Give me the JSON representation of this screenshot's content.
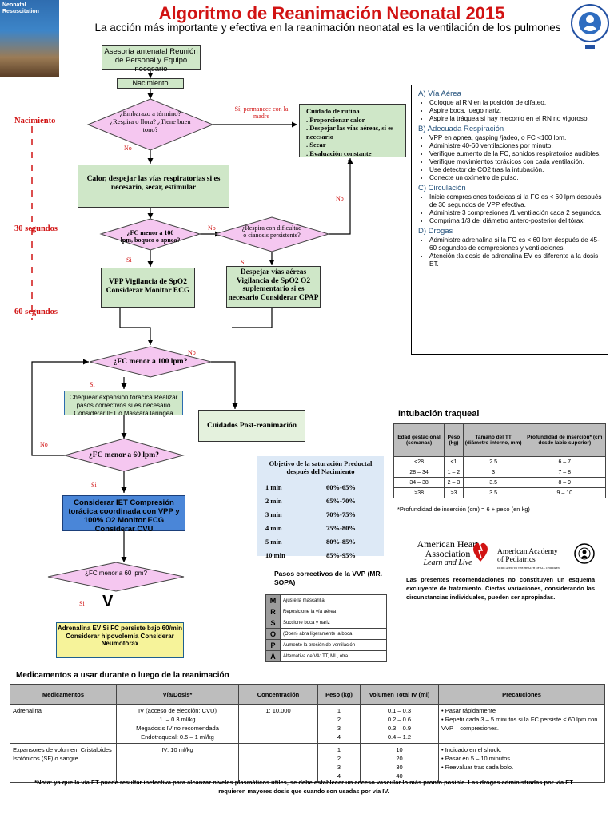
{
  "header": {
    "title": "Algoritmo de Reanimación Neonatal 2015",
    "subtitle": "La acción más importante y efectiva  en la reanimación neonatal es la ventilación de los pulmones",
    "book_title": "Neonatal Resuscitation"
  },
  "timeline": {
    "birth": "Nacimiento",
    "t30": "30  segundos",
    "t60": "60  segundos"
  },
  "flow": {
    "prenatal": "Asesoría antenatal Reunión de Personal y Equipo necesario",
    "birth_box": "Nacimiento",
    "q_term": "¿Embarazo a  término? ¿Respira o llora? ¿Tiene buen tono?",
    "yes_mother": "Sí; permanece con la madre",
    "routine_title": "Cuidado de rutina",
    "routine_items": [
      ". Proporcionar calor",
      ". Despejar las vías aéreas, si es necesario",
      ". Secar",
      ". Evaluación constante"
    ],
    "initial_steps": "Calor, despejar las vías respiratorias si es necesario, secar, estimular",
    "q_hr100_apnea": "¿FC menor a 100 lpm, boqueo  o apnea?",
    "q_difficulty": "¿Respira con dificultad o cianosis persistente?",
    "vpp_box": "VPP Vigilancia de SpO2 Considerar Monitor ECG",
    "airway_box": "Despejar vías aéreas Vigilancia de SpO2 O2 suplementario si es necesario Considerar CPAP",
    "q_hr100": "¿FC menor a 100 lpm?",
    "check_box": "Chequear expansión torácica Realizar pasos correctivos si es necesario Considerar IET o Máscara laríngea",
    "post_care": "Cuidados Post-reanimación",
    "q_hr60": "¿FC menor a 60 lpm?",
    "compress_box": "Considerar IET Compresión torácica coordinada con VPP y 100%  O2 Monitor ECG   Considerar CVU",
    "q_hr60b": "¿FC menor a 60 lpm?",
    "epi_box": "Adrenalina EV Si   FC persiste bajo 60/min Considerar hipovolemia Considerar Neumotórax",
    "si": "Si",
    "no": "No",
    "down_arrow": "V"
  },
  "steps_panel": {
    "sections": [
      {
        "title": "A) Vía Aérea",
        "items": [
          "Coloque al RN en la posición de olfateo.",
          "Aspire boca, luego nariz.",
          "Aspire la tráquea si hay meconio en el RN no vigoroso."
        ]
      },
      {
        "title": "B) Adecuada Respiración",
        "items": [
          "VPP en apnea, gasping /jadeo, o FC   <100 lpm.",
          "Administre 40-60 ventilaciones por    minuto.",
          "Verifique aumento de la FC, sonidos respiratorios audibles.",
          "Verifique movimientos torácicos con cada ventilación.",
          "Use detector de CO2 tras la intubación.",
          "Conecte un oxímetro de pulso."
        ]
      },
      {
        "title": "C) Circulación",
        "items": [
          "Inicie compresiones torácicas si la FC es < 60 lpm después  de 30 segundos de VPP efectiva.",
          "Administre 3 compresiones  /1 ventilación cada 2 segundos.",
          "Comprima 1/3  del diámetro antero-posterior del tórax."
        ]
      },
      {
        "title": "D) Drogas",
        "items": [
          "Administre adrenalina si la FC es < 60 lpm después  de 45-60 segundos  de compresiones y ventilaciones.",
          "Atención :la dosis de adrenalina EV es diferente a la dosis ET."
        ]
      }
    ]
  },
  "intubation": {
    "title": "Intubación  traqueal",
    "headers": [
      "Edad gestacional (semanas)",
      "Peso (kg)",
      "Tamaño del TT (diámetro interno, mm)",
      "Profundidad de inserción* (cm desde labio superior)"
    ],
    "rows": [
      [
        "<28",
        "<1",
        "2.5",
        "6 – 7"
      ],
      [
        "28 – 34",
        "1 – 2",
        "3",
        "7 – 8"
      ],
      [
        "34 – 38",
        "2 – 3",
        "3.5",
        "8 – 9"
      ],
      [
        ">38",
        ">3",
        "3.5",
        "9 – 10"
      ]
    ],
    "note": "*Profundidad de inserción (cm) = 6 + peso (en kg)"
  },
  "saturation": {
    "title": "Objetivo de la saturación Preductal después del Nacimiento",
    "rows": [
      [
        "1 min",
        "60%-65%"
      ],
      [
        "2 min",
        "65%-70%"
      ],
      [
        "3 min",
        "70%-75%"
      ],
      [
        "4 min",
        "75%-80%"
      ],
      [
        "5 min",
        "80%-85%"
      ],
      [
        "10 min",
        "85%-95%"
      ]
    ]
  },
  "sopa": {
    "title": "Pasos correctivos de la VVP (MR. SOPA)",
    "rows": [
      [
        "M",
        "Ajuste la mascarilla"
      ],
      [
        "R",
        "Reposicione la vía aérea"
      ],
      [
        "S",
        "Succione boca y nariz"
      ],
      [
        "O",
        "(Open) abra ligeramente la boca"
      ],
      [
        "P",
        "Aumente la presión de ventilación"
      ],
      [
        "A",
        "Alternativa de VA: TT, ML, otra"
      ]
    ]
  },
  "logos": {
    "aha_line1": "American Heart",
    "aha_line2": "Association",
    "aha_tag": "Learn and Live",
    "aap_line1": "American Academy",
    "aap_line2": "of Pediatrics",
    "aap_tag": "DEDICATED TO THE HEALTH OF ALL CHILDREN"
  },
  "disclaimer": "Las presentes recomendaciones no constituyen un esquema excluyente de tratamiento. Ciertas variaciones, considerando las circunstancias individuales, pueden ser apropiadas.",
  "meds": {
    "title": "Medicamentos a usar durante o luego de la reanimación",
    "headers": [
      "Medicamentos",
      "Vía/Dosis*",
      "Concentración",
      "Peso (kg)",
      "Volumen Total IV (ml)",
      "Precauciones"
    ],
    "rows": [
      {
        "name": "Adrenalina",
        "dose": [
          "IV (acceso de elección: CVU)",
          "1. – 0.3 ml/kg",
          "Megadosis IV no recomendada",
          "Endotraqueal: 0.5 – 1 ml/kg"
        ],
        "conc": "1: 10.000",
        "weights": [
          "1",
          "2",
          "3",
          "4"
        ],
        "volumes": [
          "0.1 – 0.3",
          "0.2 – 0.6",
          "0.3 – 0.9",
          "0.4 – 1.2"
        ],
        "precautions": [
          "Pasar rápidamente",
          "Repetir cada 3 – 5 minutos si la FC persiste < 60 lpm con VVP – compresiones."
        ]
      },
      {
        "name": "Expansores de volumen: Cristaloides Isotónicos (SF)    o sangre",
        "dose": [
          "IV: 10 ml/kg"
        ],
        "conc": "",
        "weights": [
          "1",
          "2",
          "3",
          "4"
        ],
        "volumes": [
          "10",
          "20",
          "30",
          "40"
        ],
        "precautions": [
          "Indicado en el shock.",
          "Pasar en 5 – 10 minutos.",
          "Reevaluar tras cada bolo."
        ]
      }
    ],
    "note": "*Nota: ya que la vía ET puede resultar inefectiva para alcanzar niveles plasmáticos útiles, se debe establecer un acceso vascular lo más pronto posible. Las drogas  administradas por vía ET requieren mayores dosis que cuando son usadas por vía IV."
  },
  "colors": {
    "title_red": "#d11313",
    "box_green": "#cfe7c8",
    "diamond_pink": "#f5c7f0",
    "box_blue": "#4a86d8",
    "box_yellow": "#f6f39a",
    "heading_blue": "#1f4e79"
  }
}
